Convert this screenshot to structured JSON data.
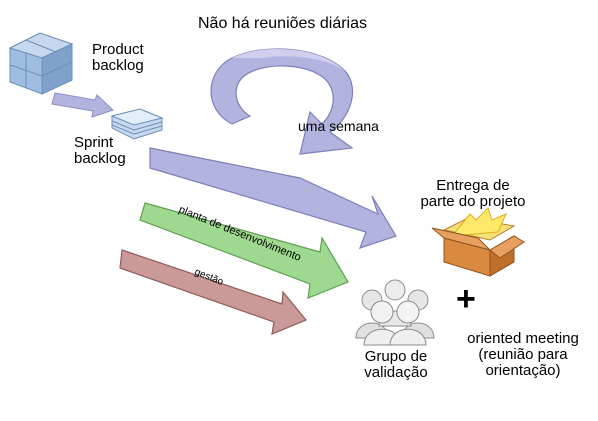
{
  "title": "Não há reuniões diárias",
  "product_backlog": [
    "Product",
    "backlog"
  ],
  "sprint_backlog": [
    "Sprint",
    "backlog"
  ],
  "cycle_label": "uma semana",
  "dev_plan_label": "planta de desenvolvimento",
  "management_label": "gestão",
  "delivery": [
    "Entrega de",
    "parte do projeto"
  ],
  "validation_group": [
    "Grupo de",
    "validação"
  ],
  "plus_sign": "+",
  "oriented_meeting": [
    "oriented meeting",
    "(reunião para",
    "orientação)"
  ],
  "colors": {
    "cycle_arrow": "#b3b3e0",
    "cycle_arrow_dark": "#8c8cc4",
    "dev_arrow": "#9fd98f",
    "mgmt_arrow": "#c99a98",
    "backlog_blue": "#9fbde0",
    "box_orange": "#d98a3f"
  }
}
